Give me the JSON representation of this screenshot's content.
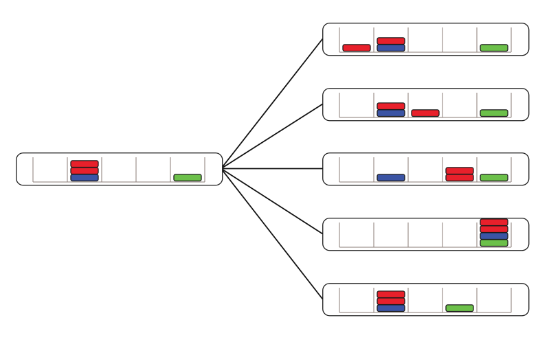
{
  "colors": {
    "red": "#e8202b",
    "blue": "#3b54a4",
    "green": "#6cc04a",
    "outline": "#1a1a1a",
    "divider": "#8a7b76",
    "edge": "#111111"
  },
  "diagram": {
    "root": {
      "id": "initial-state",
      "slots": [
        [],
        [
          "blue",
          "red",
          "red"
        ],
        [],
        [],
        [
          "green"
        ]
      ]
    },
    "children": [
      {
        "id": "next-state-1",
        "slots": [
          [
            "red"
          ],
          [
            "blue",
            "red"
          ],
          [],
          [],
          [
            "green"
          ]
        ]
      },
      {
        "id": "next-state-2",
        "slots": [
          [],
          [
            "blue",
            "red"
          ],
          [
            "red"
          ],
          [],
          [
            "green"
          ]
        ]
      },
      {
        "id": "next-state-3",
        "slots": [
          [],
          [
            "blue"
          ],
          [],
          [
            "red",
            "red"
          ],
          [
            "green"
          ]
        ]
      },
      {
        "id": "next-state-4",
        "slots": [
          [],
          [],
          [],
          [],
          [
            "green",
            "blue",
            "red",
            "red"
          ]
        ]
      },
      {
        "id": "next-state-5",
        "slots": [
          [],
          [
            "blue",
            "red",
            "red"
          ],
          [],
          [
            "green"
          ],
          []
        ]
      }
    ],
    "edges": [
      {
        "from": "initial-state",
        "to": "next-state-1"
      },
      {
        "from": "initial-state",
        "to": "next-state-2"
      },
      {
        "from": "initial-state",
        "to": "next-state-3"
      },
      {
        "from": "initial-state",
        "to": "next-state-4"
      },
      {
        "from": "initial-state",
        "to": "next-state-5"
      }
    ]
  }
}
